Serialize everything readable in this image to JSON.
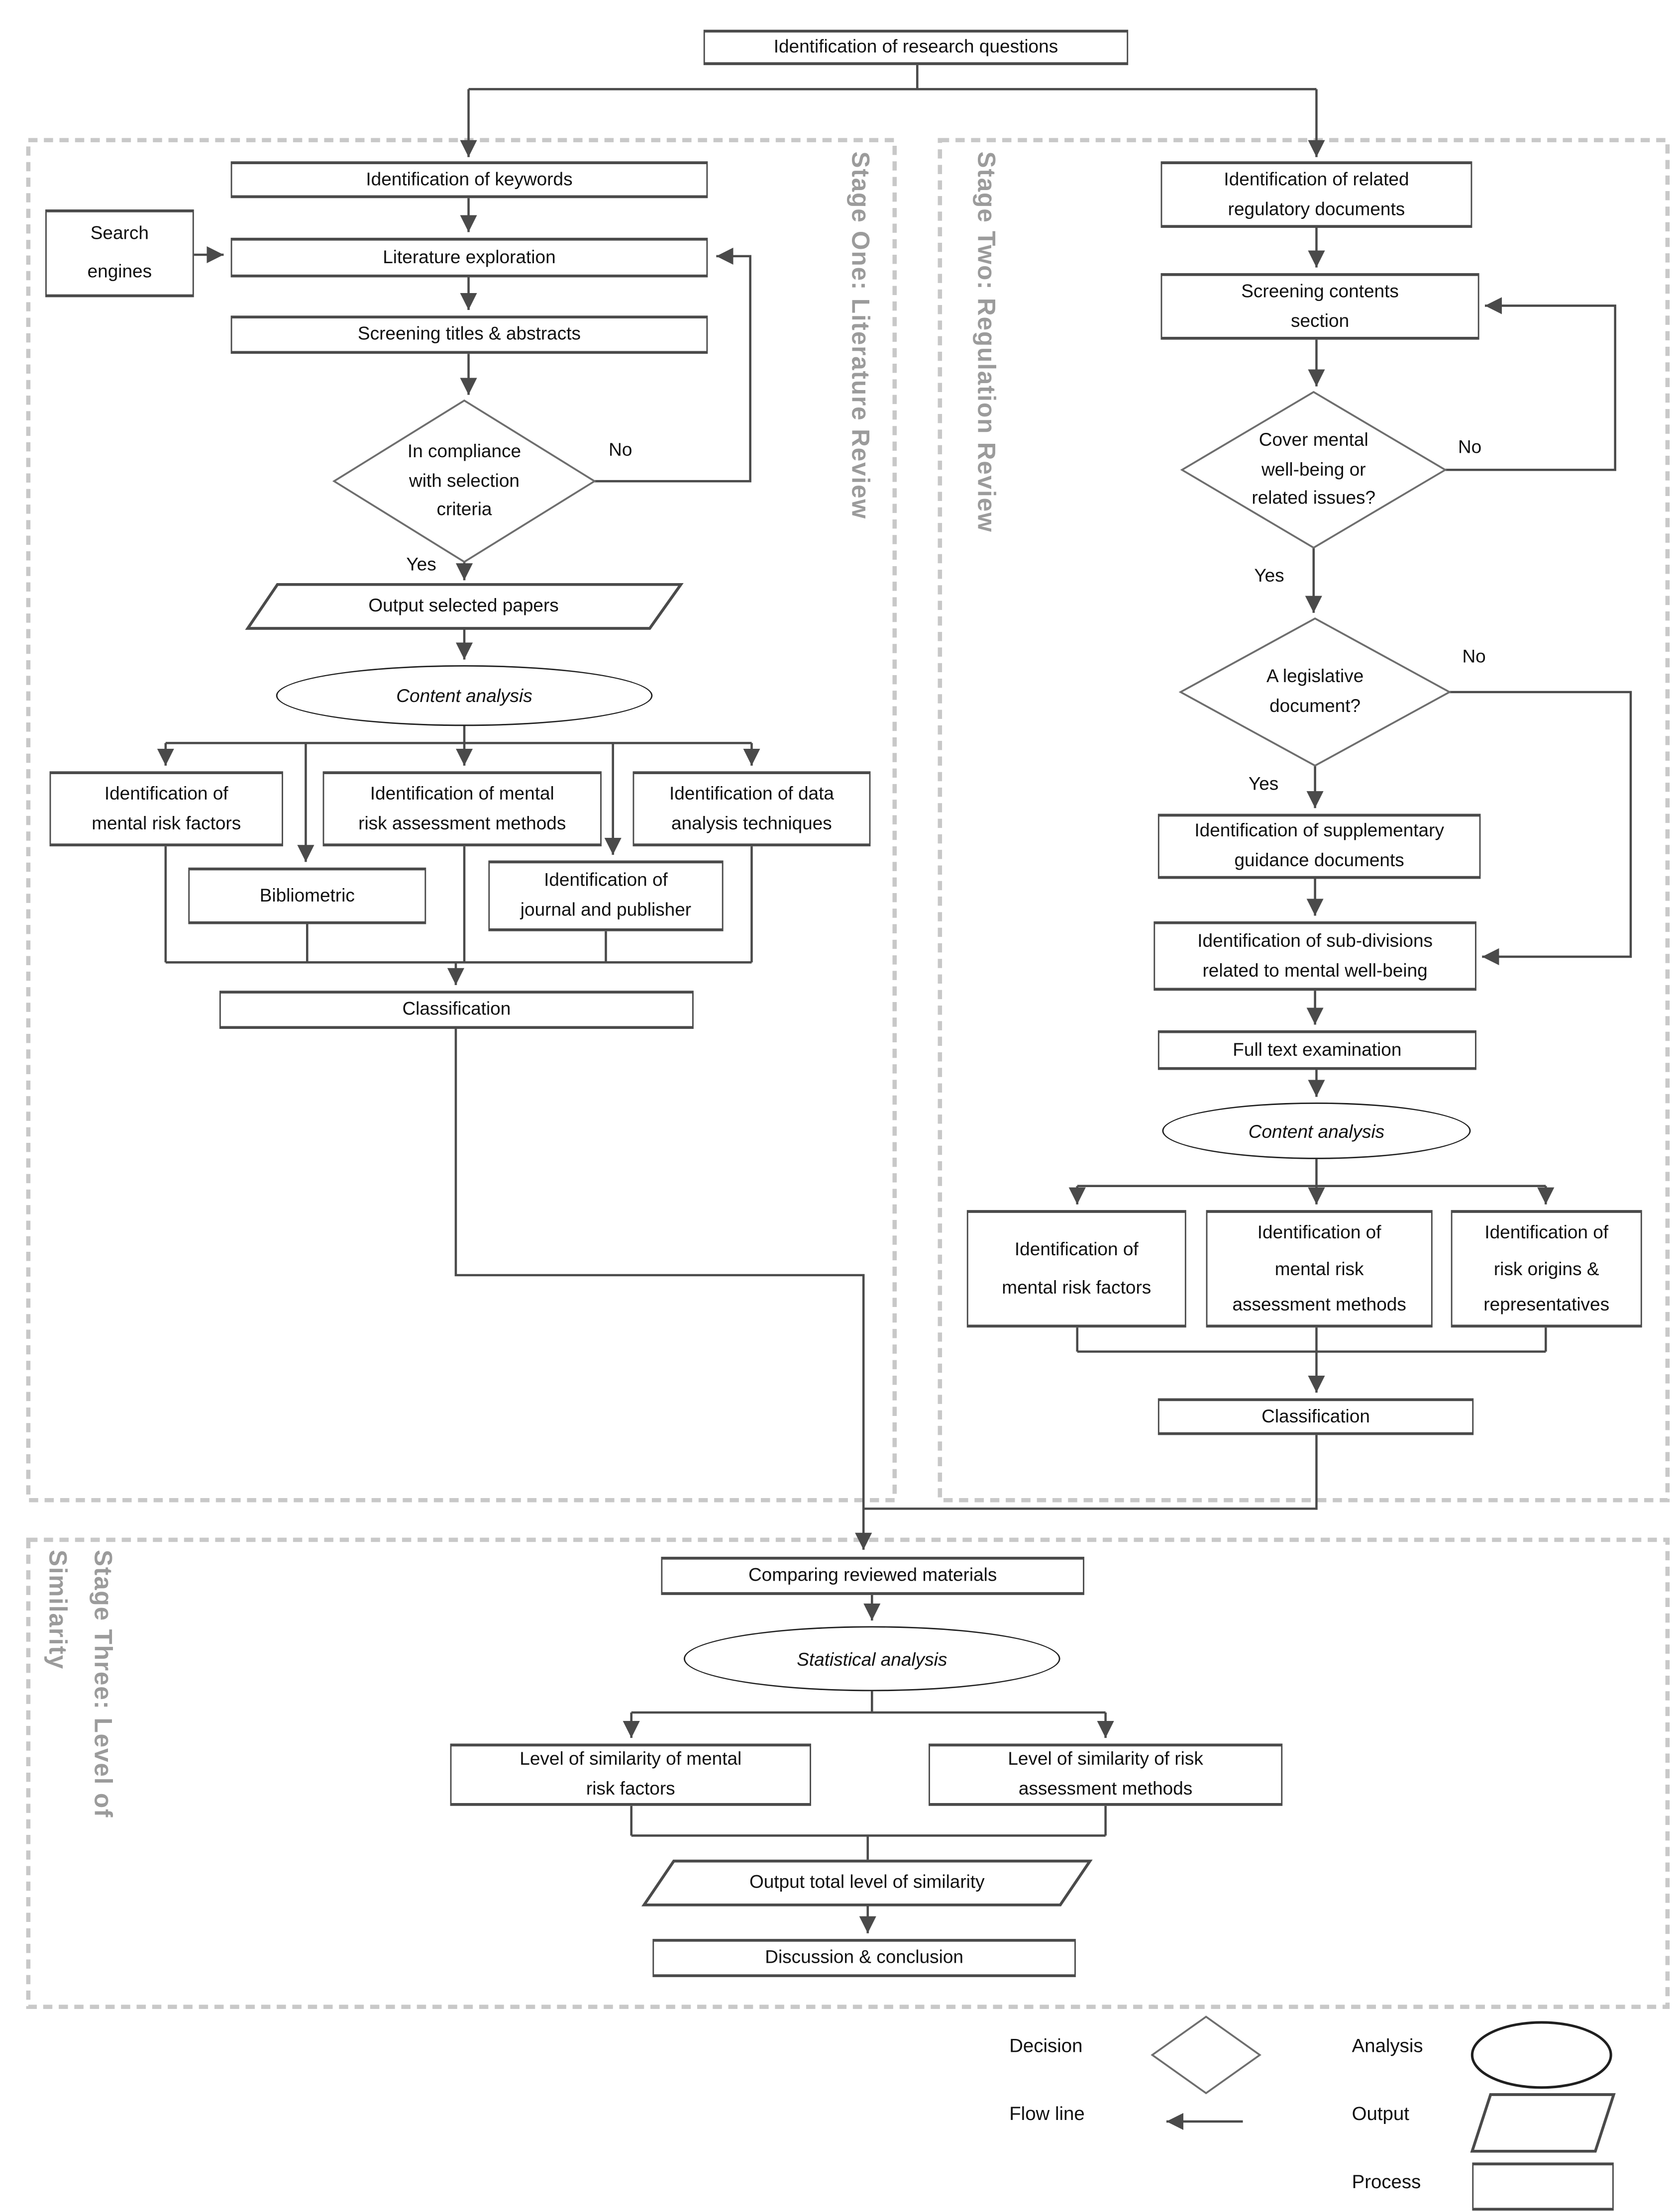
{
  "colors": {
    "line": "#4a4a4a",
    "node_border": "#4a4a4a",
    "stage_label": "#9b9b9b",
    "dashed_border": "#c8c8c8",
    "text": "#111111"
  },
  "labels": {
    "yes": "Yes",
    "no": "No"
  },
  "root": {
    "research_questions": "Identification of research questions"
  },
  "stage_one": {
    "title": "Stage One: Literature Review",
    "keywords": "Identification of keywords",
    "search_engines": "Search\nengines",
    "literature_exploration": "Literature exploration",
    "screening_titles_abstracts": "Screening titles & abstracts",
    "compliance_decision": "In compliance\nwith selection\ncriteria",
    "output_selected_papers": "Output selected papers",
    "content_analysis": "Content analysis",
    "mental_risk_factors": "Identification of\nmental risk factors",
    "mental_risk_assessment_methods": "Identification of mental\nrisk assessment methods",
    "data_analysis_techniques": "Identification of data\nanalysis techniques",
    "bibliometric": "Bibliometric",
    "journal_and_publisher": "Identification of\njournal and publisher",
    "classification": "Classification"
  },
  "stage_two": {
    "title": "Stage Two: Regulation Review",
    "related_regulatory_documents": "Identification of related\nregulatory documents",
    "screening_contents_section": "Screening contents\nsection",
    "cover_mental_wellbeing_decision": "Cover mental\nwell-being or\nrelated issues?",
    "legislative_document_decision": "A legislative\ndocument?",
    "supplementary_guidance_documents": "Identification of supplementary\nguidance documents",
    "subdivisions_mental_wellbeing": "Identification of sub-divisions\nrelated to mental well-being",
    "full_text_examination": "Full text examination",
    "content_analysis": "Content analysis",
    "mental_risk_factors": "Identification of\nmental risk factors",
    "mental_risk_assessment_methods": "Identification of\nmental risk\nassessment methods",
    "risk_origins_representatives": "Identification of\nrisk origins &\nrepresentatives",
    "classification": "Classification"
  },
  "stage_three": {
    "title_line1": "Stage Three: Level of",
    "title_line2": "Similarity",
    "comparing_reviewed_materials": "Comparing reviewed materials",
    "statistical_analysis": "Statistical analysis",
    "similarity_mental_risk_factors": "Level of similarity of mental\nrisk factors",
    "similarity_risk_assessment_methods": "Level of similarity of risk\nassessment methods",
    "output_total_similarity": "Output total level of similarity",
    "discussion_conclusion": "Discussion & conclusion"
  },
  "legend": {
    "decision": "Decision",
    "flow_line": "Flow line",
    "analysis": "Analysis",
    "output": "Output",
    "process": "Process"
  }
}
